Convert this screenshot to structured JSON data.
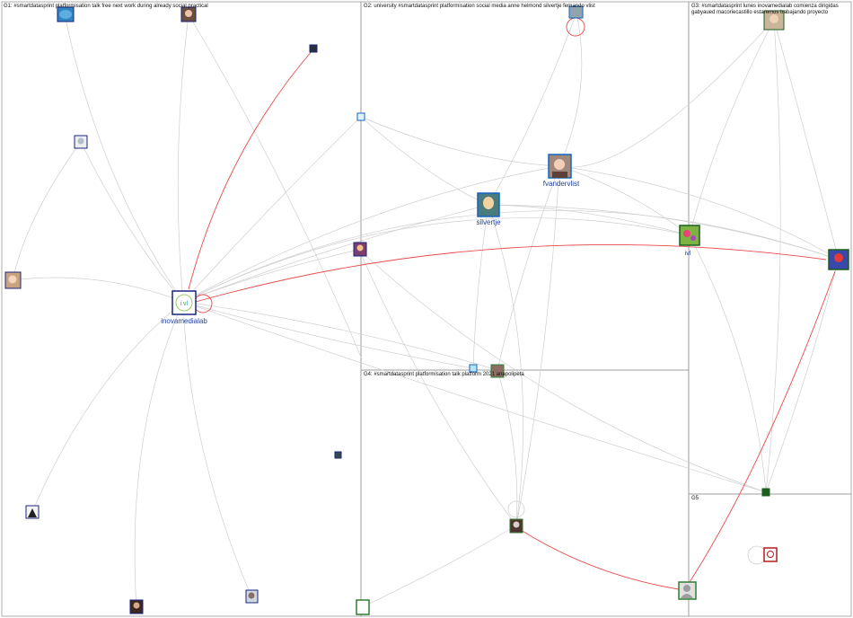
{
  "groups": [
    {
      "id": "G1",
      "label": "G1: #smartdatasprint platformisation talk free next work during already social practical"
    },
    {
      "id": "G2",
      "label": "G2: university #smartdatasprint platformisation social media anne helmond silvertje fernando vlist"
    },
    {
      "id": "G3",
      "label": "G3: #smartdatasprint lunes inovamedialab comienza dirigidas gabyaued macoriecastillo estaremos trabajando proyecto"
    },
    {
      "id": "G4",
      "label": "G4: #smartdatasprint platformisation talk platform 2021 anapolipeta"
    },
    {
      "id": "G5",
      "label": "G5"
    }
  ],
  "node_labels": {
    "inovamedialab": "inovamedialab",
    "fvandervlist": "fvandervlist",
    "silvertje": "silvertje",
    "ivl": "ivl"
  },
  "colors": {
    "edge_default": "#cfcfcf",
    "edge_highlight": "#e84a4a",
    "group_border": "#9a9a9a",
    "label_color": "#1f3f9e"
  }
}
